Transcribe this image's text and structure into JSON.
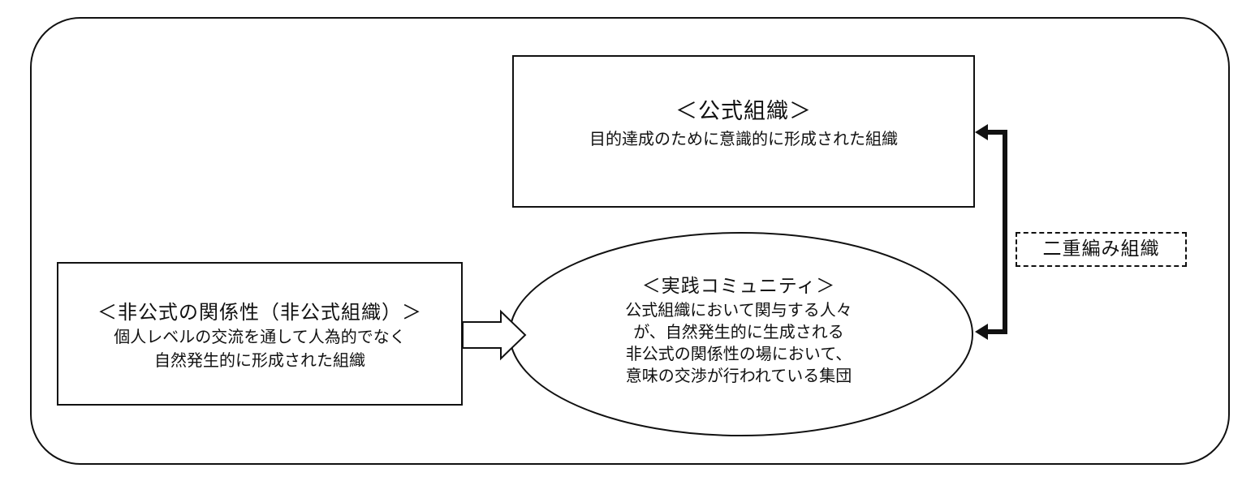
{
  "formal_org": {
    "title": "＜公式組織＞",
    "description": "目的達成のために意識的に形成された組織"
  },
  "informal_org": {
    "title": "＜非公式の関係性（非公式組織）＞",
    "description_lines": [
      "個人レベルの交流を通して人為的でなく",
      "自然発生的に形成された組織"
    ]
  },
  "community_of_practice": {
    "title": "＜実践コミュニティ＞",
    "description_lines": [
      "公式組織において関与する人々",
      "が、自然発生的に生成される",
      "非公式の関係性の場において、",
      "意味の交渉が行われている集団"
    ]
  },
  "dual_structure_label": "二重編み組織"
}
